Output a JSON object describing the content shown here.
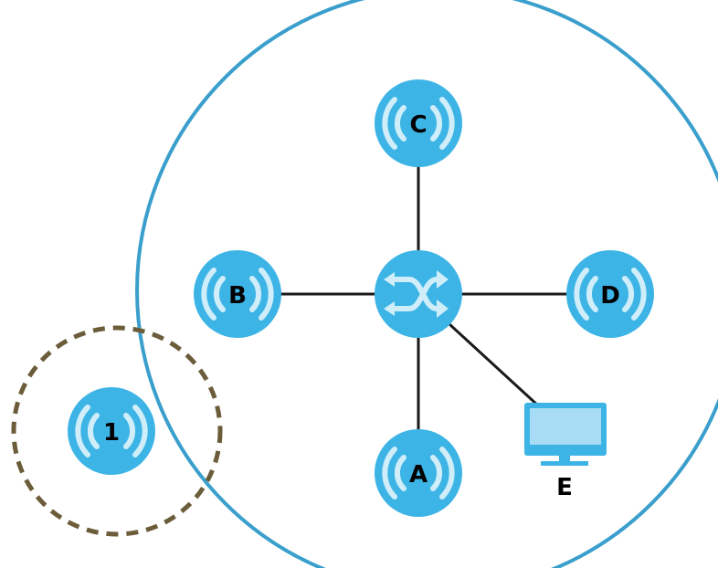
{
  "diagram": {
    "nodes": {
      "ap_a": {
        "label": "A",
        "icon": "wireless-signal-icon"
      },
      "ap_b": {
        "label": "B",
        "icon": "wireless-signal-icon"
      },
      "ap_c": {
        "label": "C",
        "icon": "wireless-signal-icon"
      },
      "ap_d": {
        "label": "D",
        "icon": "wireless-signal-icon"
      },
      "ap_1": {
        "label": "1",
        "icon": "wireless-signal-icon"
      },
      "switch": {
        "icon": "network-switch-icon"
      },
      "computer_e": {
        "label": "E",
        "icon": "monitor-icon"
      }
    },
    "colors": {
      "node_fill": "#3db4e6",
      "signal_waves": "#cfeef9",
      "network_boundary": "#3a9fcc",
      "outside_boundary": "#6b5c3a",
      "links": "#1a1a1a",
      "monitor_screen": "#a8dcf4",
      "monitor_body": "#3db4e6"
    }
  }
}
